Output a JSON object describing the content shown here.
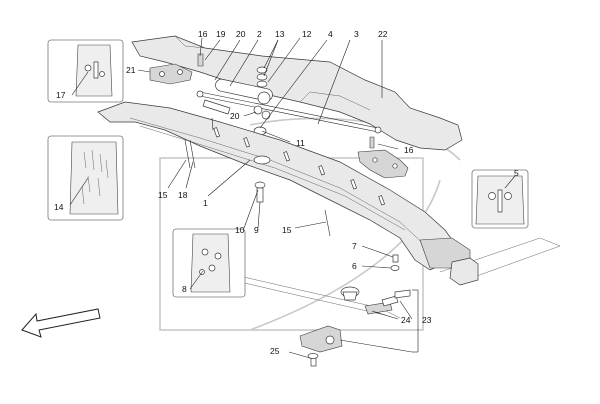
{
  "diagram": {
    "callouts": {
      "c16a": "16",
      "c19": "19",
      "c20a": "20",
      "c2": "2",
      "c13": "13",
      "c12": "12",
      "c4": "4",
      "c3": "3",
      "c22": "22",
      "c21": "21",
      "c17": "17",
      "c20b": "20",
      "c11": "11",
      "c16b": "16",
      "c14": "14",
      "c15a": "15",
      "c18": "18",
      "c1": "1",
      "c10": "10",
      "c9": "9",
      "c15b": "15",
      "c5": "5",
      "c7": "7",
      "c6": "6",
      "c8": "8",
      "c24": "24",
      "c23": "23",
      "c25": "25"
    }
  }
}
